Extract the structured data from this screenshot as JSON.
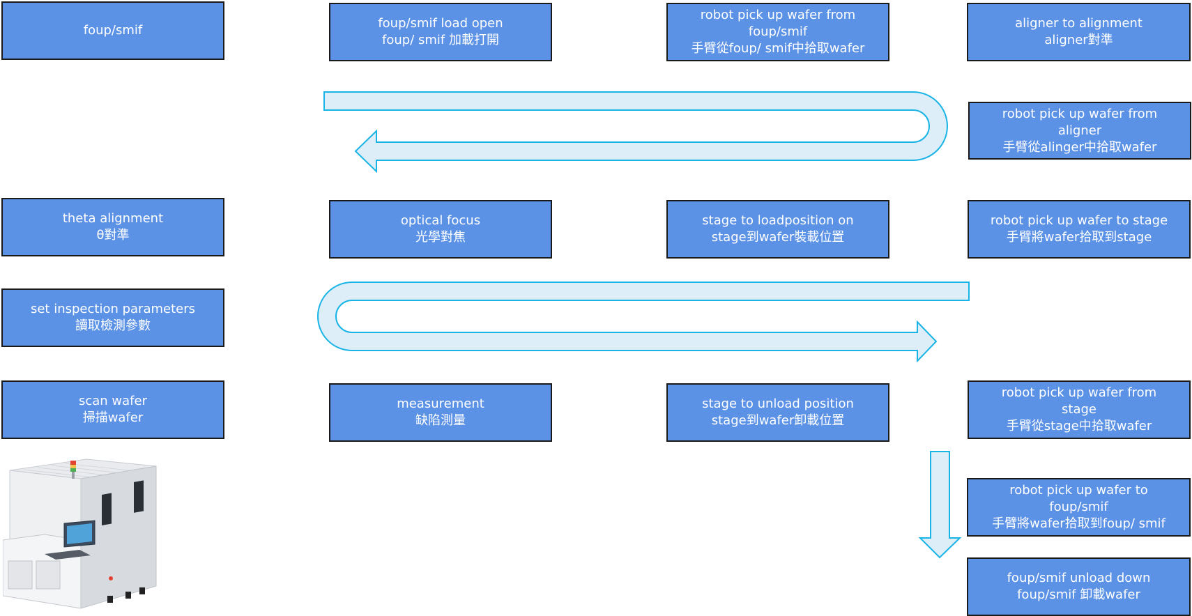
{
  "colors": {
    "box_fill": "#5b92e5",
    "box_border": "#1a1a1a",
    "arrow_fill": "#ddeef9",
    "arrow_stroke": "#19b4e6"
  },
  "steps": {
    "foup_smif": {
      "en": "foup/smif",
      "zh": ""
    },
    "load_open": {
      "en": "foup/smif load open",
      "zh": "foup/ smif 加載打開"
    },
    "robot_pick_foup": {
      "en": "robot pick up wafer from foup/smif",
      "zh": "手臂從foup/ smif中拾取wafer"
    },
    "aligner": {
      "en": "aligner to alignment",
      "zh": "aligner對準"
    },
    "robot_pick_aligner": {
      "en": "robot pick up wafer from aligner",
      "zh": "手臂從alinger中拾取wafer"
    },
    "theta_alignment": {
      "en": "theta alignment",
      "zh": "θ對準"
    },
    "optical_focus": {
      "en": "optical focus",
      "zh": "光學對焦"
    },
    "stage_load": {
      "en": "stage to  loadposition on",
      "zh": "stage到wafer裝載位置"
    },
    "robot_to_stage": {
      "en": "robot pick up wafer to stage",
      "zh": "手臂將wafer拾取到stage"
    },
    "set_params": {
      "en": "set inspection parameters",
      "zh": "讀取檢測參數"
    },
    "scan_wafer": {
      "en": "scan wafer",
      "zh": "掃描wafer"
    },
    "measurement": {
      "en": "measurement",
      "zh": "缺陷測量"
    },
    "stage_unload": {
      "en": "stage to unload position",
      "zh": "stage到wafer卸載位置"
    },
    "robot_pick_stage": {
      "en": "robot pick up wafer from stage",
      "zh": "手臂從stage中拾取wafer"
    },
    "robot_to_foup": {
      "en": "robot pick up wafer to foup/smif",
      "zh": "手臂將wafer拾取到foup/ smif"
    },
    "unload_down": {
      "en": "foup/smif unload down",
      "zh": "foup/smif 卸載wafer"
    }
  }
}
